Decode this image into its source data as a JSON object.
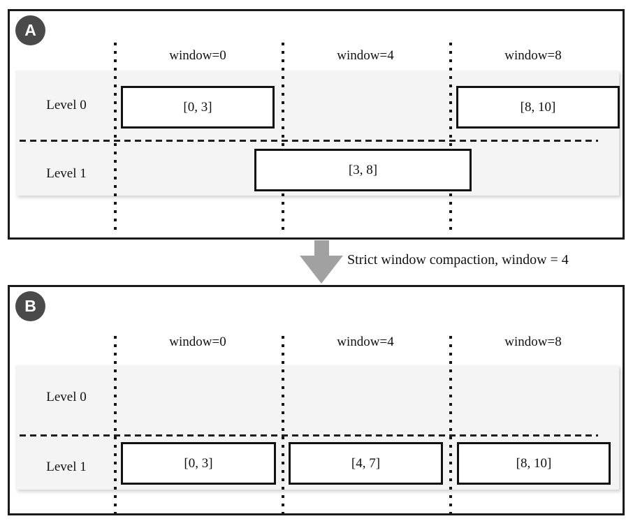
{
  "figure": {
    "transition": {
      "arrow_label": "Strict window compaction, window = 4"
    },
    "colors": {
      "badge_background": "#4a4a4a",
      "band_background": "#f4f4f4",
      "arrow_gray": "#a1a1a1",
      "ink": "#111111",
      "page_background": "#ffffff"
    },
    "panels": [
      {
        "badge": "A",
        "column_headers": [
          "window=0",
          "window=4",
          "window=8"
        ],
        "row_labels": [
          "Level 0",
          "Level 1"
        ],
        "boxes": [
          {
            "label": "[0, 3]",
            "level": 0,
            "window": "window=0"
          },
          {
            "label": "[8, 10]",
            "level": 0,
            "window": "window=8"
          },
          {
            "label": "[3, 8]",
            "level": 1,
            "window": "window=4"
          }
        ]
      },
      {
        "badge": "B",
        "column_headers": [
          "window=0",
          "window=4",
          "window=8"
        ],
        "row_labels": [
          "Level 0",
          "Level 1"
        ],
        "boxes": [
          {
            "label": "[0, 3]",
            "level": 1,
            "window": "window=0"
          },
          {
            "label": "[4, 7]",
            "level": 1,
            "window": "window=4"
          },
          {
            "label": "[8, 10]",
            "level": 1,
            "window": "window=8"
          }
        ]
      }
    ]
  }
}
